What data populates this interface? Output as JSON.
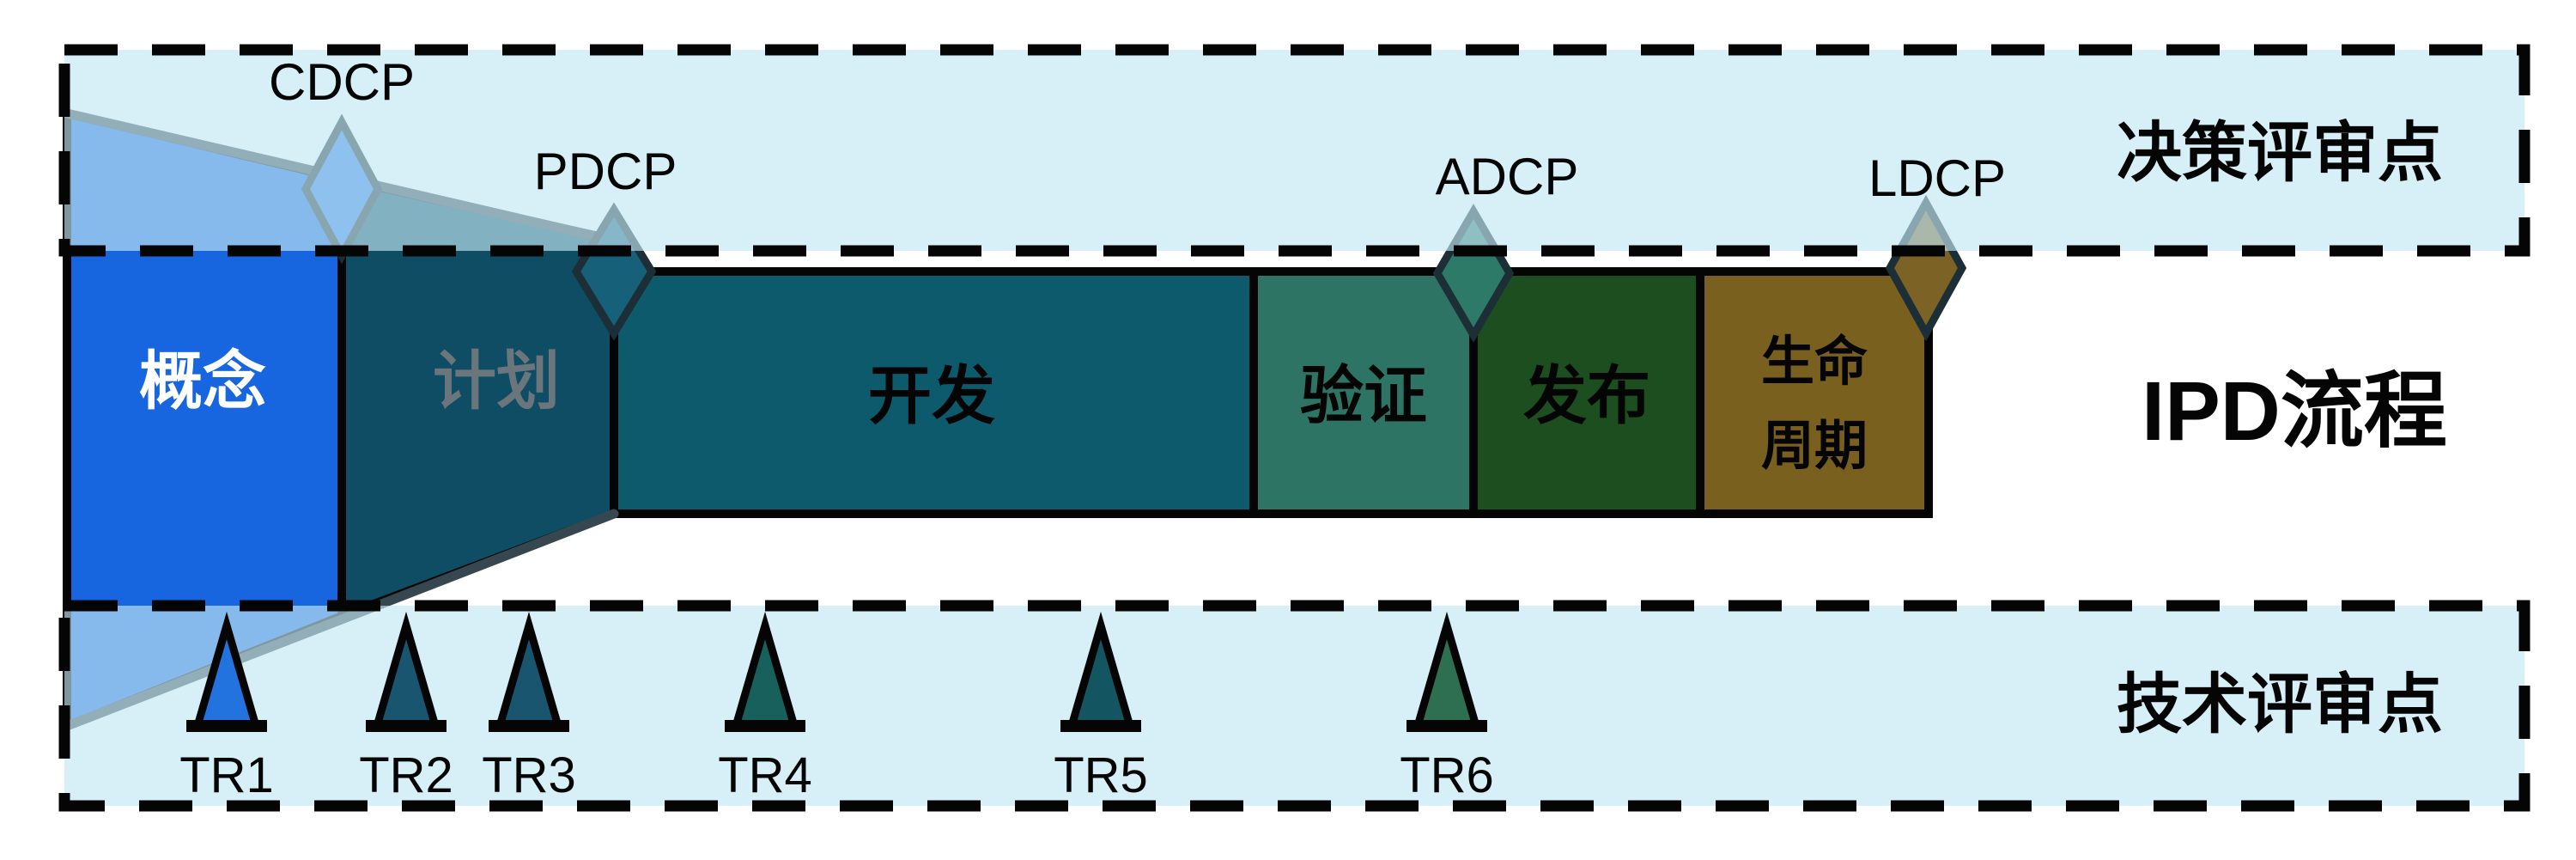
{
  "title": "IPD流程",
  "decision_band": {
    "label": "决策评审点",
    "points": [
      {
        "id": "CDCP",
        "color": "#2e7ce2"
      },
      {
        "id": "PDCP",
        "color": "#16607a"
      },
      {
        "id": "ADCP",
        "color": "#2e7a68"
      },
      {
        "id": "LDCP",
        "color": "#7c6224"
      }
    ]
  },
  "phases": [
    {
      "label": "概念",
      "color": "#1766e0",
      "text_color": "#ffffff"
    },
    {
      "label": "计划",
      "color": "#0e4d64",
      "text_color": "#6b757c"
    },
    {
      "label": "开发",
      "color": "#0d5a6d",
      "text_color": "#050505"
    },
    {
      "label": "验证",
      "color": "#2e7464",
      "text_color": "#050505"
    },
    {
      "label": "发布",
      "color": "#1c4e20",
      "text_color": "#050505"
    },
    {
      "label": "生命周期",
      "label_line1": "生命",
      "label_line2": "周期",
      "color": "#7a601e",
      "text_color": "#050505"
    }
  ],
  "tech_band": {
    "label": "技术评审点",
    "points": [
      {
        "id": "TR1",
        "color": "#2273dd"
      },
      {
        "id": "TR2",
        "color": "#1a5570"
      },
      {
        "id": "TR3",
        "color": "#1a5570"
      },
      {
        "id": "TR4",
        "color": "#17605c"
      },
      {
        "id": "TR5",
        "color": "#135560"
      },
      {
        "id": "TR6",
        "color": "#2e6f52"
      }
    ]
  },
  "colors": {
    "band_fill_overlay": "rgba(193,231,242,0.65)",
    "band_tint": "#d9f1f8",
    "outline": "#050505",
    "funnel_stroke": "#37474f"
  }
}
